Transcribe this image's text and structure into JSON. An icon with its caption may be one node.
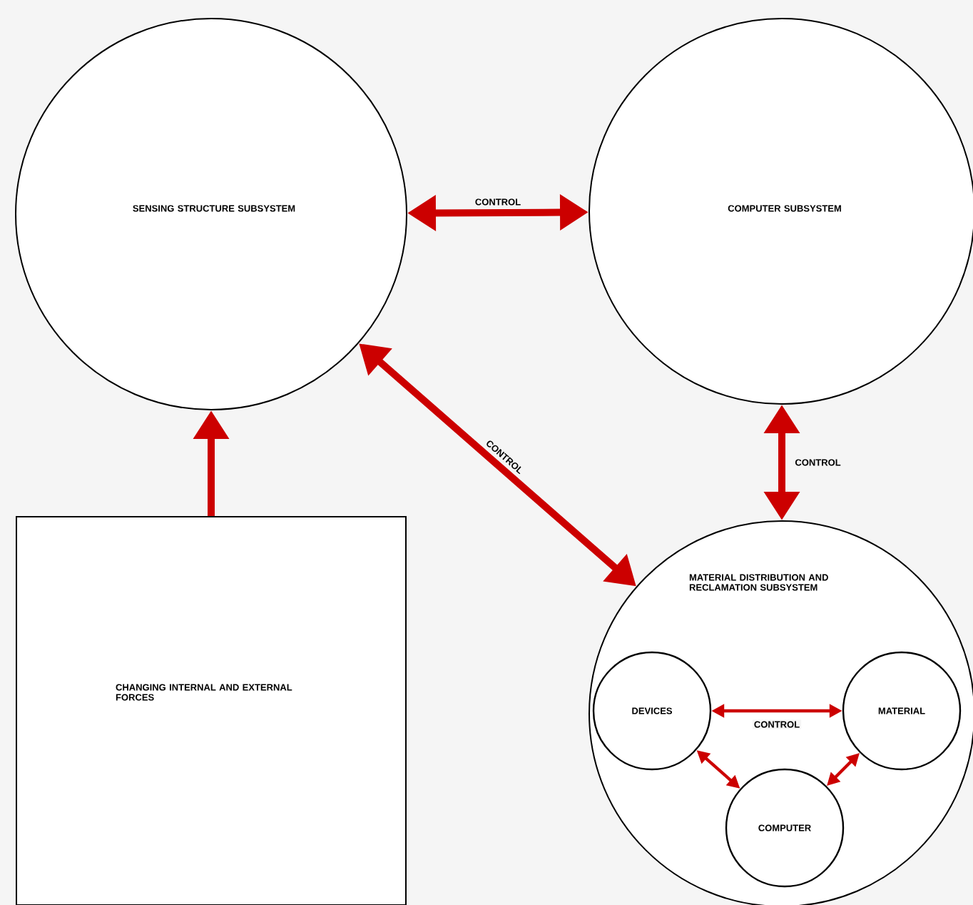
{
  "diagram": {
    "nodes": [
      {
        "text": [
          "SENSING STRUCTURE SUBSYSTEM"
        ]
      },
      {
        "text": [
          "COMPUTER SUBSYSTEM"
        ]
      },
      {
        "text": [
          "CHANGING INTERNAL AND EXTERNAL FORCES"
        ]
      },
      {
        "text": [
          "MATERIAL DISTRIBUTION AND RECLAMATION SUBSYSTEM"
        ]
      },
      {
        "text": [
          "DEVICES"
        ],
        "in": 3
      },
      {
        "text": [
          "MATERIAL"
        ],
        "in": 3
      },
      {
        "text": [
          "COMPUTER"
        ],
        "in": 3
      }
    ],
    "edges": [
      {
        "from": 0,
        "to": 1,
        "arrow": "both",
        "label": "CONTROL"
      },
      {
        "from": 2,
        "to": 0,
        "arrow": "to"
      },
      {
        "from": 0,
        "to": 3,
        "arrow": "both",
        "label": "CONTROL"
      },
      {
        "from": 1,
        "to": 3,
        "arrow": "both",
        "label": "CONTROL"
      },
      {
        "from": 4,
        "to": 5,
        "arrow": "both",
        "label": "CONTROL"
      },
      {
        "from": 4,
        "to": 6,
        "arrow": "both"
      },
      {
        "from": 5,
        "to": 6,
        "arrow": "both"
      }
    ]
  }
}
